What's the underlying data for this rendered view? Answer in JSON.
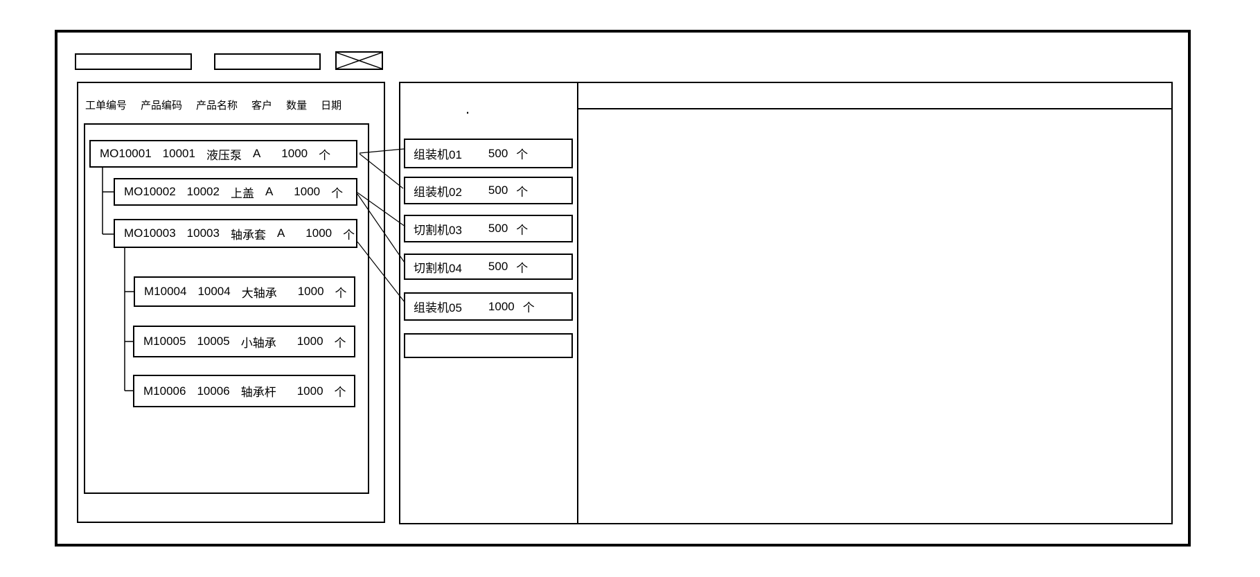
{
  "colors": {
    "ink": "#000000",
    "background": "#ffffff"
  },
  "window": {
    "input_box_1": {
      "value": ""
    },
    "input_box_2": {
      "value": ""
    },
    "close_box": {
      "icon": "x-cross-box"
    }
  },
  "left_panel": {
    "columns": [
      "工单编号",
      "产品编码",
      "产品名称",
      "客户",
      "数量",
      "日期"
    ],
    "tree_nodes": [
      {
        "level": 0,
        "order_no": "MO10001",
        "product_code": "10001",
        "product_name": "液压泵",
        "customer": "A",
        "qty": "1000",
        "unit": "个"
      },
      {
        "level": 1,
        "order_no": "MO10002",
        "product_code": "10002",
        "product_name": "上盖",
        "customer": "A",
        "qty": "1000",
        "unit": "个"
      },
      {
        "level": 1,
        "order_no": "MO10003",
        "product_code": "10003",
        "product_name": "轴承套",
        "customer": "A",
        "qty": "1000",
        "unit": "个"
      },
      {
        "level": 2,
        "order_no": "M10004",
        "product_code": "10004",
        "product_name": "大轴承",
        "customer": "",
        "qty": "1000",
        "unit": "个"
      },
      {
        "level": 2,
        "order_no": "M10005",
        "product_code": "10005",
        "product_name": "小轴承",
        "customer": "",
        "qty": "1000",
        "unit": "个"
      },
      {
        "level": 2,
        "order_no": "M10006",
        "product_code": "10006",
        "product_name": "轴承杆",
        "customer": "",
        "qty": "1000",
        "unit": "个"
      }
    ]
  },
  "machine_panel": {
    "stray_mark": ".",
    "machines": [
      {
        "name": "组装机01",
        "qty": "500",
        "unit": "个"
      },
      {
        "name": "组装机02",
        "qty": "500",
        "unit": "个"
      },
      {
        "name": "切割机03",
        "qty": "500",
        "unit": "个"
      },
      {
        "name": "切割机04",
        "qty": "500",
        "unit": "个"
      },
      {
        "name": "组装机05",
        "qty": "1000",
        "unit": "个"
      },
      {
        "name": "",
        "qty": "",
        "unit": ""
      }
    ]
  },
  "detail_panel": {
    "content": ""
  },
  "connections": [
    {
      "from": "MO10001",
      "to": "组装机01"
    },
    {
      "from": "MO10001",
      "to": "组装机02"
    },
    {
      "from": "MO10002",
      "to": "切割机03"
    },
    {
      "from": "MO10002",
      "to": "切割机04"
    },
    {
      "from": "MO10003",
      "to": "组装机05"
    }
  ]
}
